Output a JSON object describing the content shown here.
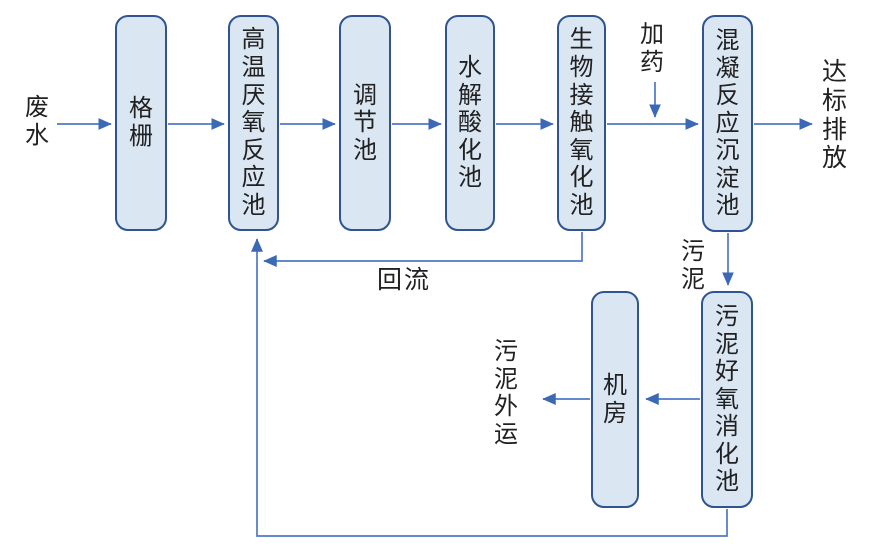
{
  "diagram": {
    "type": "flowchart",
    "subject": "wastewater-treatment-process",
    "colors": {
      "node_fill": "#dbe6f3",
      "node_border": "#2f5491",
      "connector": "#4e79c4",
      "arrowhead": "#3c69b5",
      "text": "#212121",
      "background": "#ffffff"
    },
    "nodes": [
      {
        "id": "grid-screen",
        "label": "格栅"
      },
      {
        "id": "anaerobic-reactor",
        "label": "高温厌氧反应池"
      },
      {
        "id": "regulating-tank",
        "label": "调节池"
      },
      {
        "id": "hydrolysis-tank",
        "label": "水解酸化池"
      },
      {
        "id": "bio-contact-tank",
        "label": "生物接触氧化池"
      },
      {
        "id": "coagulation-tank",
        "label": "混凝反应沉淀池"
      },
      {
        "id": "sludge-digestion-tank",
        "label": "污泥好氧消化池"
      },
      {
        "id": "machine-room",
        "label": "机房"
      }
    ],
    "labels": {
      "influent": "废水",
      "dosing": "加药",
      "discharge": "达标排放",
      "sludge": "污泥",
      "reflux": "回流",
      "sludge_out": "污泥外运"
    },
    "edges": [
      {
        "from": "废水",
        "to": "格栅"
      },
      {
        "from": "格栅",
        "to": "高温厌氧反应池"
      },
      {
        "from": "高温厌氧反应池",
        "to": "调节池"
      },
      {
        "from": "调节池",
        "to": "水解酸化池"
      },
      {
        "from": "水解酸化池",
        "to": "生物接触氧化池"
      },
      {
        "from": "生物接触氧化池",
        "to": "混凝反应沉淀池"
      },
      {
        "from": "加药",
        "to": "主流程线"
      },
      {
        "from": "混凝反应沉淀池",
        "to": "达标排放"
      },
      {
        "from": "混凝反应沉淀池",
        "to": "污泥好氧消化池",
        "label": "污泥"
      },
      {
        "from": "污泥好氧消化池",
        "to": "机房"
      },
      {
        "from": "机房",
        "to": "污泥外运"
      },
      {
        "from": "生物接触氧化池",
        "to": "高温厌氧反应池",
        "label": "回流"
      },
      {
        "from": "污泥好氧消化池",
        "to": "高温厌氧反应池"
      }
    ]
  }
}
